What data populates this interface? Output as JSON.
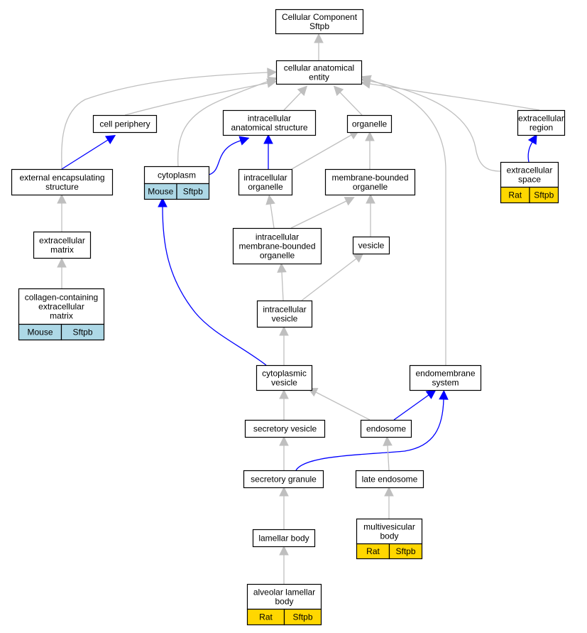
{
  "colors": {
    "background": "#ffffff",
    "border": "#000000",
    "is_a_edge": "#bfbfbf",
    "part_of_edge": "#0000ff",
    "mouse_annotation": "#add8e6",
    "rat_annotation": "#ffd700"
  },
  "nodes": [
    {
      "id": "root",
      "lines": [
        "Cellular Component",
        "Sftpb"
      ]
    },
    {
      "id": "cae",
      "lines": [
        "cellular anatomical",
        "entity"
      ]
    },
    {
      "id": "cellper",
      "lines": [
        "cell periphery"
      ]
    },
    {
      "id": "ias",
      "lines": [
        "intracellular",
        "anatomical structure"
      ]
    },
    {
      "id": "organelle",
      "lines": [
        "organelle"
      ]
    },
    {
      "id": "exreg",
      "lines": [
        "extracellular",
        "region"
      ]
    },
    {
      "id": "ext",
      "lines": [
        "external encapsulating",
        "structure"
      ]
    },
    {
      "id": "cyto",
      "lines": [
        "cytoplasm"
      ],
      "annotation": {
        "species": "Mouse",
        "gene": "Sftpb"
      }
    },
    {
      "id": "intorg",
      "lines": [
        "intracellular",
        "organelle"
      ]
    },
    {
      "id": "mbo",
      "lines": [
        "membrane-bounded",
        "organelle"
      ]
    },
    {
      "id": "exspace",
      "lines": [
        "extracellular",
        "space"
      ],
      "annotation": {
        "species": "Rat",
        "gene": "Sftpb"
      }
    },
    {
      "id": "ecm",
      "lines": [
        "extracellular",
        "matrix"
      ]
    },
    {
      "id": "imbo",
      "lines": [
        "intracellular",
        "membrane-bounded",
        "organelle"
      ]
    },
    {
      "id": "vesicle",
      "lines": [
        "vesicle"
      ]
    },
    {
      "id": "coll",
      "lines": [
        "collagen-containing",
        "extracellular",
        "matrix"
      ],
      "annotation": {
        "species": "Mouse",
        "gene": "Sftpb"
      }
    },
    {
      "id": "intves",
      "lines": [
        "intracellular",
        "vesicle"
      ]
    },
    {
      "id": "cytoves",
      "lines": [
        "cytoplasmic",
        "vesicle"
      ]
    },
    {
      "id": "endomem",
      "lines": [
        "endomembrane",
        "system"
      ]
    },
    {
      "id": "secves",
      "lines": [
        "secretory vesicle"
      ]
    },
    {
      "id": "endosome",
      "lines": [
        "endosome"
      ]
    },
    {
      "id": "secgran",
      "lines": [
        "secretory granule"
      ]
    },
    {
      "id": "lateendo",
      "lines": [
        "late endosome"
      ]
    },
    {
      "id": "lamellar",
      "lines": [
        "lamellar body"
      ]
    },
    {
      "id": "mvb",
      "lines": [
        "multivesicular",
        "body"
      ],
      "annotation": {
        "species": "Rat",
        "gene": "Sftpb"
      }
    },
    {
      "id": "alv",
      "lines": [
        "alveolar lamellar",
        "body"
      ],
      "annotation": {
        "species": "Rat",
        "gene": "Sftpb"
      }
    }
  ],
  "edges": [
    {
      "from": "cae",
      "to": "root",
      "type": "is_a"
    },
    {
      "from": "cellper",
      "to": "cae",
      "type": "is_a"
    },
    {
      "from": "ias",
      "to": "cae",
      "type": "is_a"
    },
    {
      "from": "organelle",
      "to": "cae",
      "type": "is_a"
    },
    {
      "from": "exreg",
      "to": "cae",
      "type": "is_a"
    },
    {
      "from": "ext",
      "to": "cae",
      "type": "is_a"
    },
    {
      "from": "cyto",
      "to": "cae",
      "type": "is_a"
    },
    {
      "from": "exspace",
      "to": "cae",
      "type": "is_a"
    },
    {
      "from": "endomem",
      "to": "cae",
      "type": "is_a"
    },
    {
      "from": "ext",
      "to": "cellper",
      "type": "part_of"
    },
    {
      "from": "cyto",
      "to": "ias",
      "type": "part_of"
    },
    {
      "from": "intorg",
      "to": "ias",
      "type": "part_of"
    },
    {
      "from": "intorg",
      "to": "organelle",
      "type": "is_a"
    },
    {
      "from": "mbo",
      "to": "organelle",
      "type": "is_a"
    },
    {
      "from": "exspace",
      "to": "exreg",
      "type": "part_of"
    },
    {
      "from": "ecm",
      "to": "ext",
      "type": "is_a"
    },
    {
      "from": "imbo",
      "to": "intorg",
      "type": "is_a"
    },
    {
      "from": "imbo",
      "to": "mbo",
      "type": "is_a"
    },
    {
      "from": "vesicle",
      "to": "mbo",
      "type": "is_a"
    },
    {
      "from": "coll",
      "to": "ecm",
      "type": "is_a"
    },
    {
      "from": "intves",
      "to": "imbo",
      "type": "is_a"
    },
    {
      "from": "intves",
      "to": "vesicle",
      "type": "is_a"
    },
    {
      "from": "cytoves",
      "to": "intves",
      "type": "is_a"
    },
    {
      "from": "cytoves",
      "to": "cyto",
      "type": "part_of"
    },
    {
      "from": "secves",
      "to": "cytoves",
      "type": "is_a"
    },
    {
      "from": "endosome",
      "to": "cytoves",
      "type": "is_a"
    },
    {
      "from": "endosome",
      "to": "endomem",
      "type": "part_of"
    },
    {
      "from": "secgran",
      "to": "secves",
      "type": "is_a"
    },
    {
      "from": "secgran",
      "to": "endomem",
      "type": "part_of"
    },
    {
      "from": "lateendo",
      "to": "endosome",
      "type": "is_a"
    },
    {
      "from": "lamellar",
      "to": "secgran",
      "type": "is_a"
    },
    {
      "from": "mvb",
      "to": "lateendo",
      "type": "is_a"
    },
    {
      "from": "alv",
      "to": "lamellar",
      "type": "is_a"
    }
  ]
}
